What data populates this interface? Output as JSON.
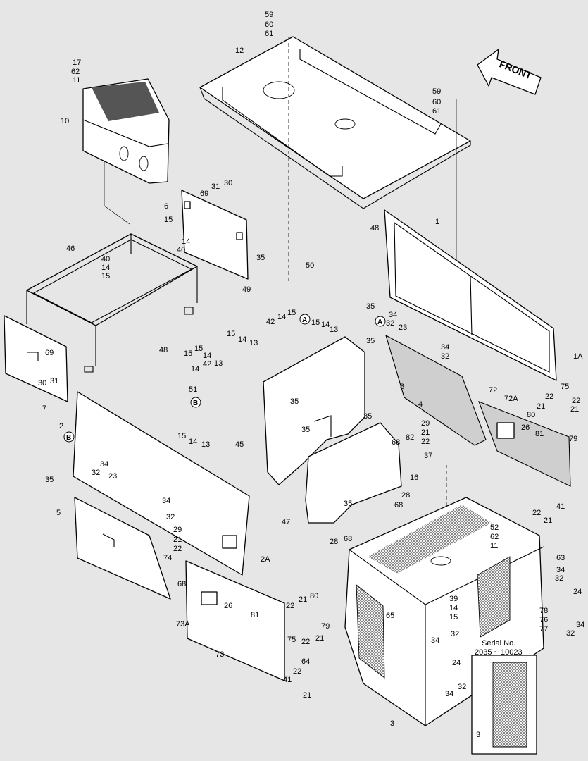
{
  "orientation": {
    "label": "FRONT"
  },
  "inset": {
    "line1": "Serial No.",
    "line2": "2035 ~ 10023",
    "part": "3"
  },
  "refs": {
    "A": "A",
    "B": "B"
  },
  "callouts": {
    "c1": "1",
    "c1A": "1A",
    "c2": "2",
    "c2A": "2A",
    "c3": "3",
    "c4": "4",
    "c5": "5",
    "c6": "6",
    "c7": "7",
    "c8": "8",
    "c10": "10",
    "c11": "11",
    "c12": "12",
    "c13": "13",
    "c14": "14",
    "c15": "15",
    "c16": "16",
    "c17": "17",
    "c21": "21",
    "c22": "22",
    "c23": "23",
    "c24": "24",
    "c26": "26",
    "c28": "28",
    "c29": "29",
    "c30": "30",
    "c31": "31",
    "c32": "32",
    "c34": "34",
    "c35": "35",
    "c37": "37",
    "c39": "39",
    "c40": "40",
    "c41": "41",
    "c42": "42",
    "c45": "45",
    "c46": "46",
    "c47": "47",
    "c48": "48",
    "c49": "49",
    "c50": "50",
    "c51": "51",
    "c52": "52",
    "c59": "59",
    "c60": "60",
    "c61": "61",
    "c62": "62",
    "c63": "63",
    "c64": "64",
    "c65": "65",
    "c68": "68",
    "c69": "69",
    "c72": "72",
    "c72A": "72A",
    "c73": "73",
    "c73A": "73A",
    "c74": "74",
    "c75": "75",
    "c76": "76",
    "c77": "77",
    "c78": "78",
    "c79": "79",
    "c80": "80",
    "c81": "81",
    "c82": "82"
  }
}
